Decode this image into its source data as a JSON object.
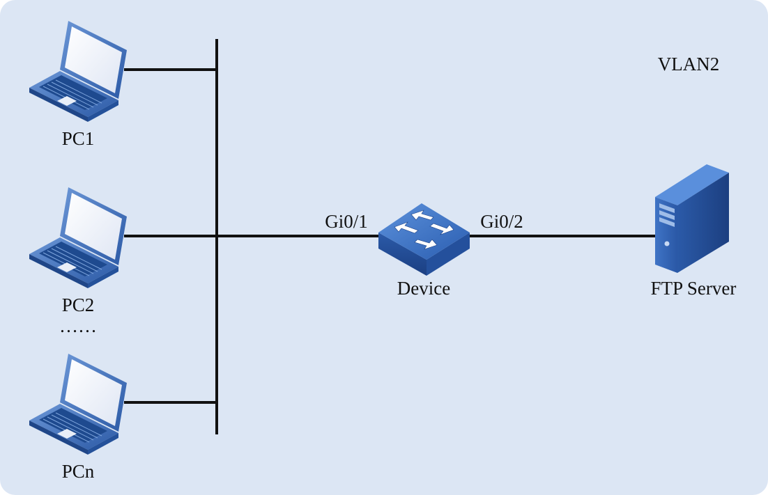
{
  "vlan_label": "VLAN2",
  "pcs": [
    {
      "label": "PC1"
    },
    {
      "label": "PC2"
    },
    {
      "label": "PCn"
    }
  ],
  "ellipsis": "……",
  "device": {
    "label": "Device",
    "port_left": "Gi0/1",
    "port_right": "Gi0/2"
  },
  "server": {
    "label": "FTP Server"
  },
  "colors": {
    "background": "#dce6f4",
    "line": "#111111",
    "device_blue": "#2f66b6",
    "screen": "#f3f5fb"
  }
}
